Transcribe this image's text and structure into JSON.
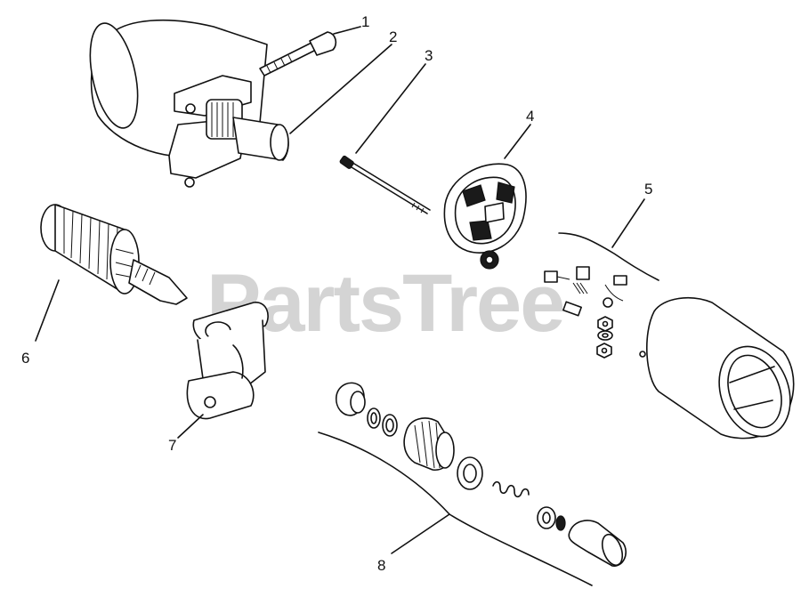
{
  "watermark": "PartsTree",
  "callouts": [
    {
      "id": "1",
      "label": "1"
    },
    {
      "id": "2",
      "label": "2"
    },
    {
      "id": "3",
      "label": "3"
    },
    {
      "id": "4",
      "label": "4"
    },
    {
      "id": "5",
      "label": "5"
    },
    {
      "id": "6",
      "label": "6"
    },
    {
      "id": "7",
      "label": "7"
    },
    {
      "id": "8",
      "label": "8"
    }
  ],
  "colors": {
    "ink": "#111111",
    "watermark": "#d4d4d4",
    "background": "#ffffff"
  }
}
